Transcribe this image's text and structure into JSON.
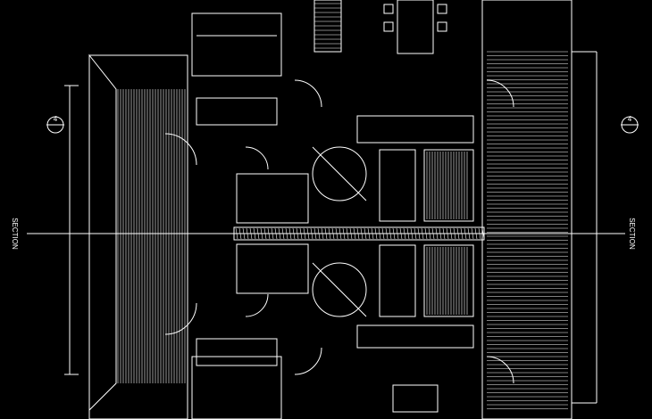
{
  "drawing": {
    "background_color": "#000000",
    "line_color": "#ffffff",
    "markers": {
      "left_label": "4",
      "right_label": "4"
    },
    "sections": {
      "left_section_tag": "SECTION",
      "right_section_tag": "SECTION"
    }
  }
}
